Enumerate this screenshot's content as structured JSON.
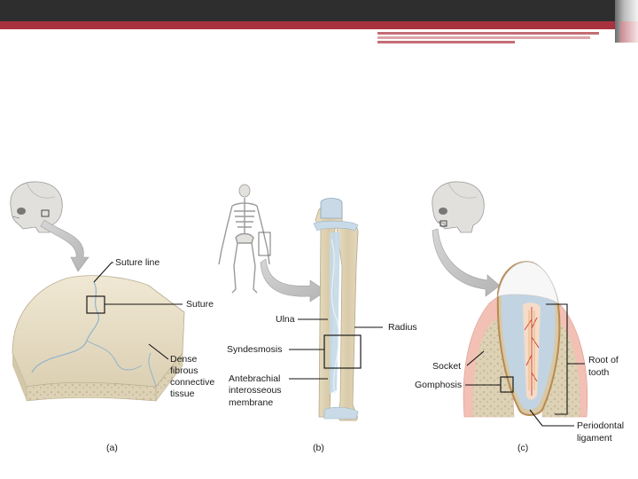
{
  "labels": {
    "suture_line": "Suture line",
    "suture": "Suture",
    "dense_1": "Dense",
    "dense_2": "fibrous",
    "dense_3": "connective",
    "dense_4": "tissue",
    "ulna": "Ulna",
    "radius": "Radius",
    "syndesmosis": "Syndesmosis",
    "ante_1": "Antebrachial",
    "ante_2": "interosseous",
    "ante_3": "membrane",
    "socket": "Socket",
    "gomphosis": "Gomphosis",
    "root_1": "Root of",
    "root_2": "tooth",
    "perio_1": "Periodontal",
    "perio_2": "ligament"
  },
  "captions": {
    "a": "(a)",
    "b": "(b)",
    "c": "(c)"
  },
  "colors": {
    "title_bar": "#2e2e2e",
    "accent_red": "#a8333e",
    "bone": "#e6dcc3",
    "membrane": "#b9d3e3",
    "gum": "#f0b9ae",
    "enamel": "#f6f6f6"
  }
}
